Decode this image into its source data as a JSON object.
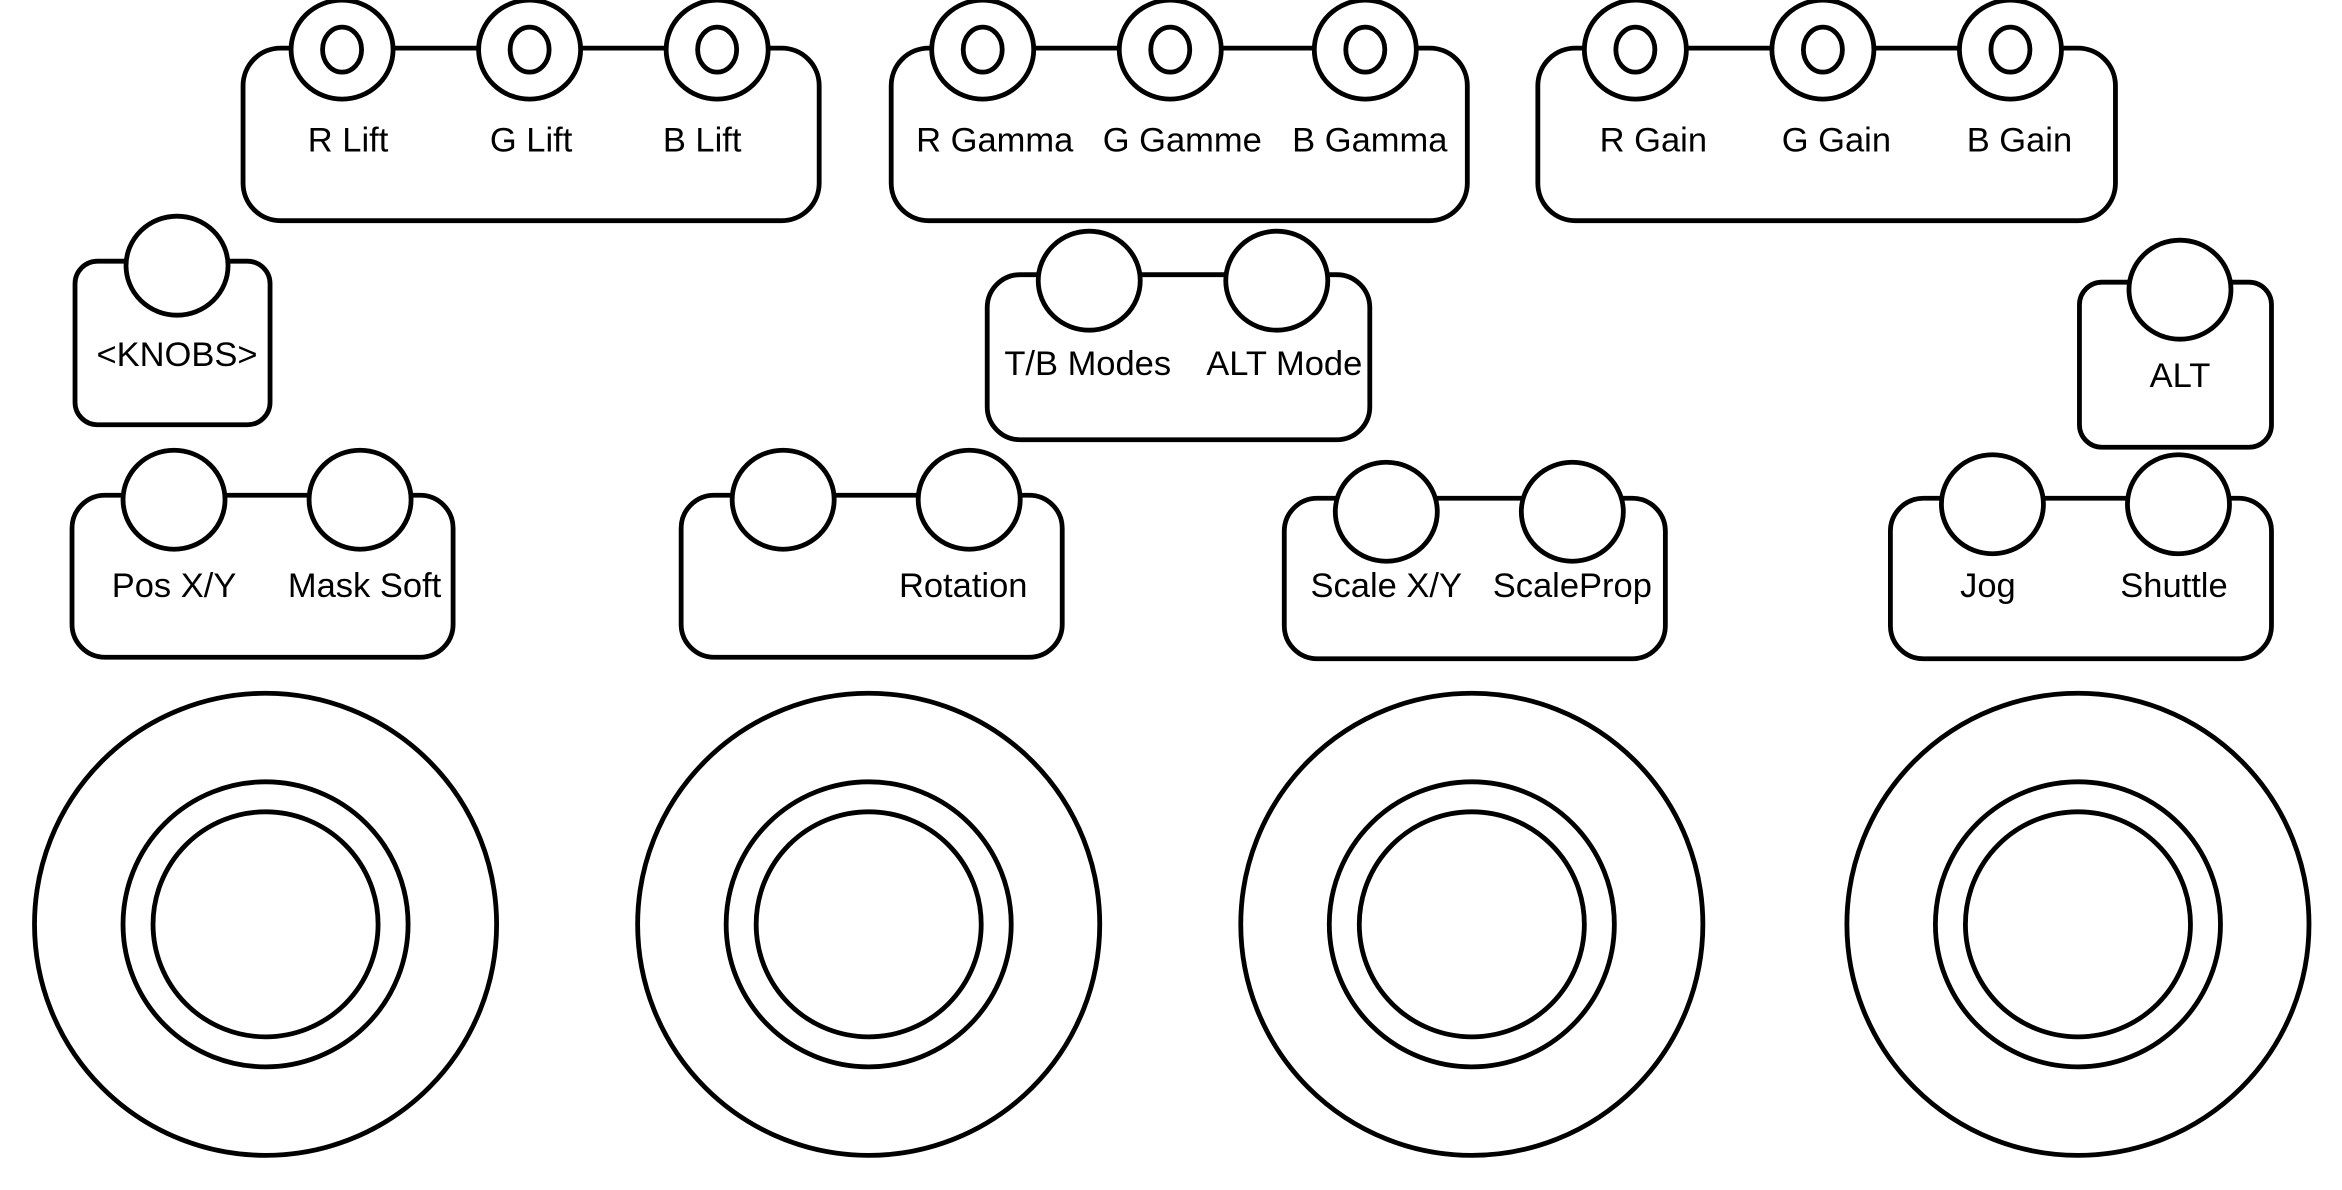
{
  "panels": [
    {
      "id": "lift",
      "labels": [
        "R Lift",
        "G Lift",
        "B Lift"
      ]
    },
    {
      "id": "gamma",
      "labels": [
        "R Gamma",
        "G Gamme",
        "B Gamma"
      ]
    },
    {
      "id": "gain",
      "labels": [
        "R Gain",
        "G Gain",
        "B Gain"
      ]
    },
    {
      "id": "knobs",
      "labels": [
        "<KNOBS>"
      ]
    },
    {
      "id": "modes",
      "labels": [
        "T/B Modes",
        "ALT Mode"
      ]
    },
    {
      "id": "alt",
      "labels": [
        "ALT"
      ]
    },
    {
      "id": "position",
      "labels": [
        "Pos X/Y",
        "Mask Soft"
      ]
    },
    {
      "id": "rotation",
      "labels": [
        "Rotation"
      ]
    },
    {
      "id": "scale",
      "labels": [
        "Scale X/Y",
        "ScaleProp"
      ]
    },
    {
      "id": "transport",
      "labels": [
        "Jog",
        "Shuttle"
      ]
    }
  ],
  "trackballs": [
    "trackball-1",
    "trackball-2",
    "trackball-3",
    "trackball-4"
  ],
  "colors": {
    "stroke": "#000000",
    "background": "#ffffff"
  }
}
